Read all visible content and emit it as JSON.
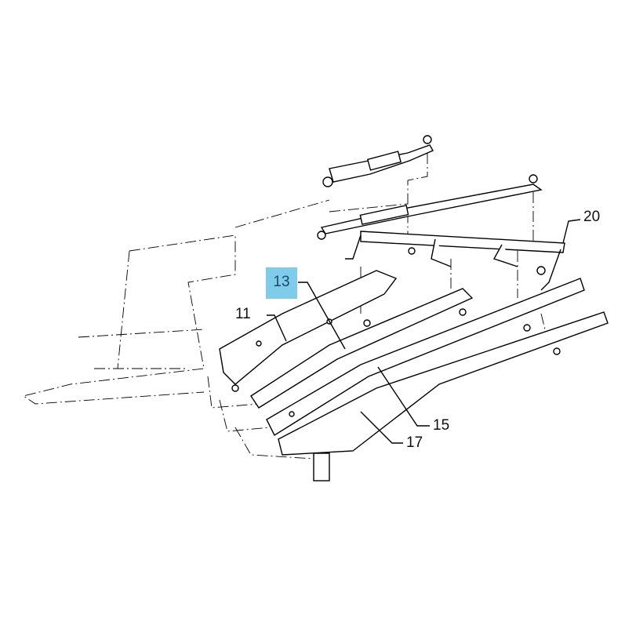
{
  "callouts": [
    {
      "id": "20",
      "label": "20",
      "highlighted": false
    },
    {
      "id": "13",
      "label": "13",
      "highlighted": true
    },
    {
      "id": "11",
      "label": "11",
      "highlighted": false
    },
    {
      "id": "15",
      "label": "15",
      "highlighted": false
    },
    {
      "id": "17",
      "label": "17",
      "highlighted": false
    }
  ],
  "colors": {
    "highlight": "#7ecbea",
    "line": "#000000"
  }
}
